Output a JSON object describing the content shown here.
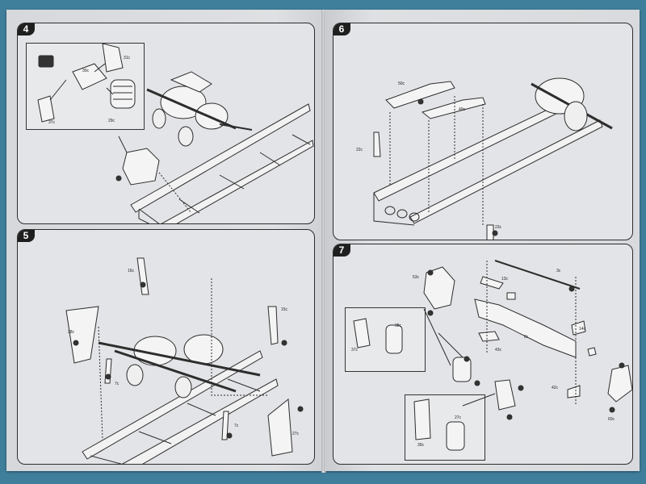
{
  "steps": {
    "s4": {
      "number": "4",
      "parts": {
        "p31": "31c",
        "p30": "30c",
        "p37": "37c",
        "p29": "29c"
      }
    },
    "s5": {
      "number": "5",
      "parts": {
        "p16": "16c",
        "p28": "28c",
        "p7a": "7c",
        "p15": "15c",
        "p7b": "7c",
        "p27": "27c"
      }
    },
    "s6": {
      "number": "6",
      "parts": {
        "p50": "50c",
        "p49": "49c",
        "p22": "22c",
        "p23": "23c"
      }
    },
    "s7": {
      "number": "7",
      "parts": {
        "p53": "53c",
        "p13": "13c",
        "p3": "3c",
        "p38": "38c",
        "p37": "37c",
        "p8": "8c",
        "p14": "14c",
        "p43": "43c",
        "p42": "42c",
        "p60": "60c",
        "p39": "39c",
        "p27": "27c"
      }
    }
  },
  "colors": {
    "background": "#3f7f9c",
    "paper": "#dcdde1",
    "ink": "#2c2c2c"
  }
}
